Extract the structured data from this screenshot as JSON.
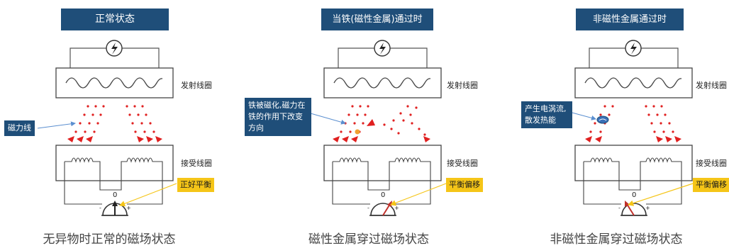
{
  "panels": [
    {
      "title": "正常状态",
      "transmit_label": "发射线圈",
      "receive_label": "接受线圈",
      "left_callout": "磁力线",
      "meter_callout": "正好平衡",
      "meter_zero": "0",
      "meter_minus": "-",
      "meter_plus": "+",
      "caption": "无异物时正常的磁场状态"
    },
    {
      "title": "当铁(磁性金属)通过时",
      "transmit_label": "发射线圈",
      "receive_label": "接受线圈",
      "left_callout": "铁被磁化,磁力在铁的作用下改变方向",
      "meter_callout": "平衡偏移",
      "meter_zero": "0",
      "meter_minus": "-",
      "meter_plus": "+",
      "caption": "磁性金属穿过磁场状态"
    },
    {
      "title": "非磁性金属通过时",
      "transmit_label": "发射线圈",
      "receive_label": "接受线圈",
      "left_callout": "产生电涡流,散发热能",
      "meter_callout": "平衡偏移",
      "meter_zero": "0",
      "meter_minus": "-",
      "meter_plus": "+",
      "caption": "非磁性金属穿过磁场状态"
    }
  ],
  "colors": {
    "title_bg": "#1f4e79",
    "field_red": "#e02020",
    "callout_yellow": "#f5c518",
    "leader_blue": "#5b8fd0",
    "iron_orange": "#f0a030"
  }
}
